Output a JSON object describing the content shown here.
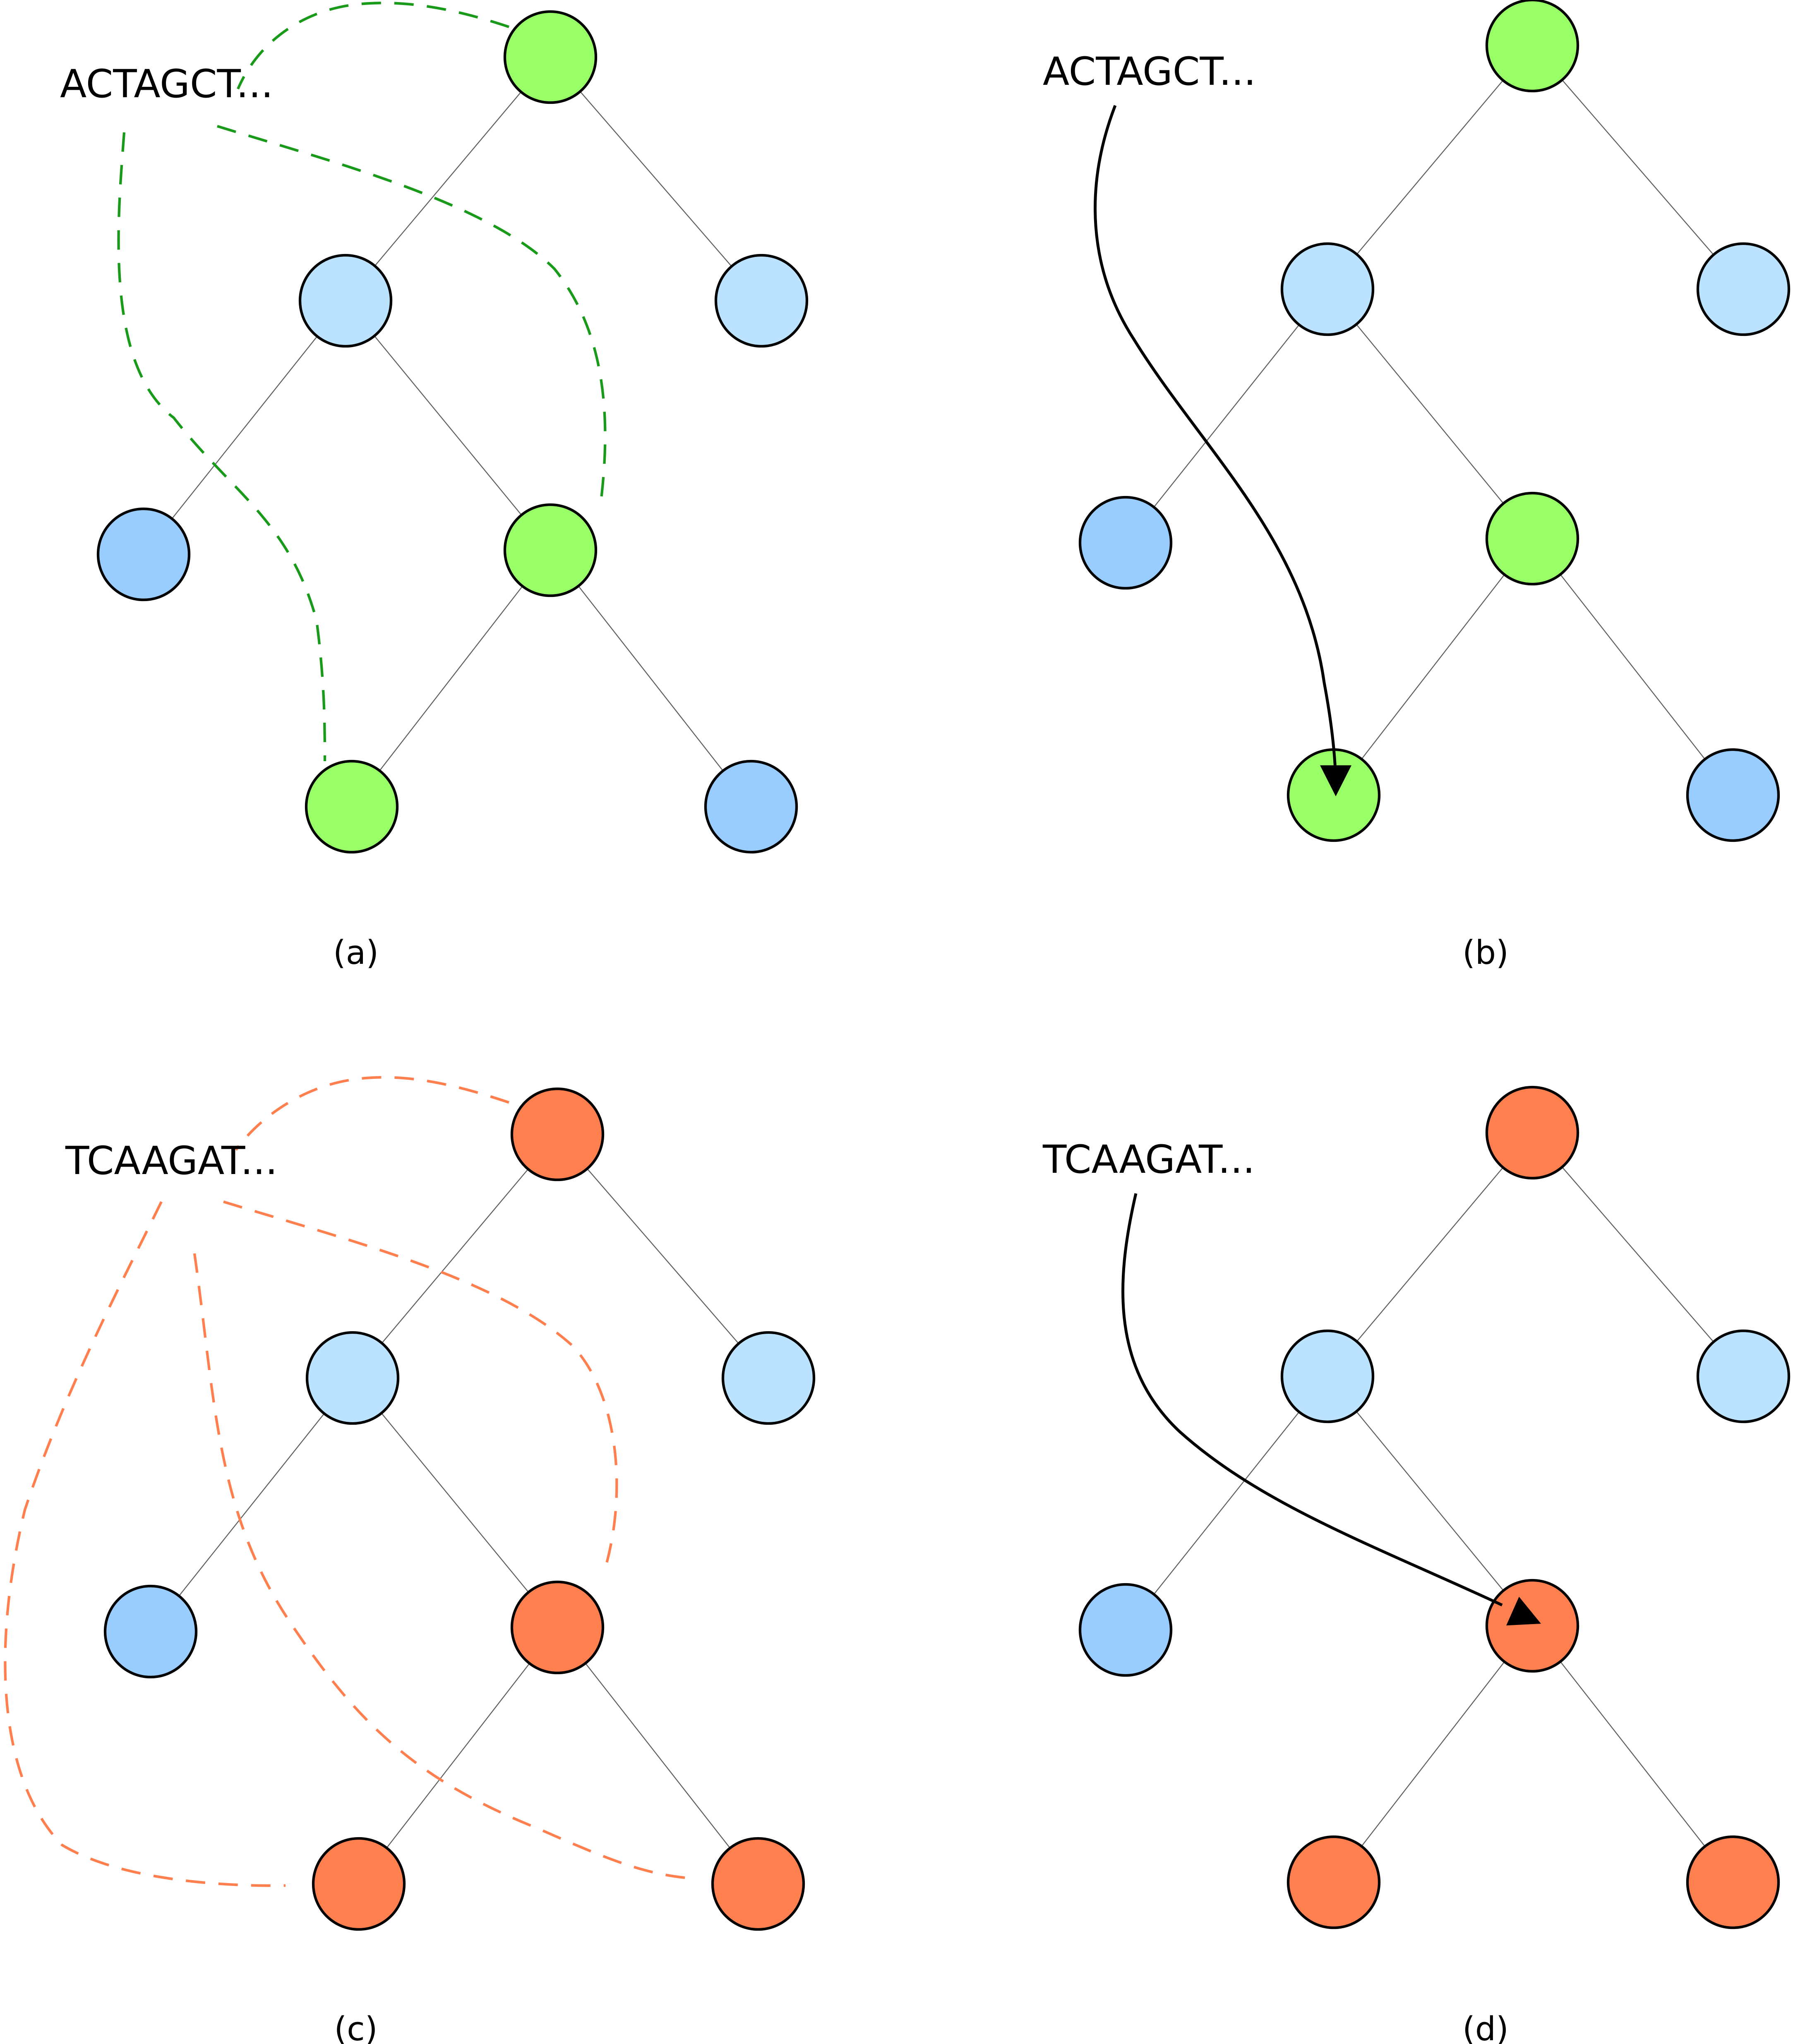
{
  "colors": {
    "match_green": "#99ff66",
    "match_orange": "#ff7f4f",
    "internal_light_blue": "#bbe3ff",
    "leaf_blue": "#99ccff",
    "dash_green": "#1a9a1a",
    "dash_orange": "#ff7f4f"
  },
  "panels": [
    {
      "id": "a",
      "caption": "(a)",
      "sequence": "ACTAGCT...",
      "mode": "dashed",
      "hit_color": "dash_green",
      "node_colors": [
        "match_green",
        "internal_light_blue",
        "internal_light_blue",
        "leaf_blue",
        "match_green",
        "match_green",
        "leaf_blue"
      ]
    },
    {
      "id": "b",
      "caption": "(b)",
      "sequence": "ACTAGCT...",
      "mode": "arrow",
      "arrow_target": "node-5",
      "node_colors": [
        "match_green",
        "internal_light_blue",
        "internal_light_blue",
        "leaf_blue",
        "match_green",
        "match_green",
        "leaf_blue"
      ]
    },
    {
      "id": "c",
      "caption": "(c)",
      "sequence": "TCAAGAT...",
      "mode": "dashed",
      "hit_color": "dash_orange",
      "node_colors": [
        "match_orange",
        "internal_light_blue",
        "internal_light_blue",
        "leaf_blue",
        "match_orange",
        "match_orange",
        "match_orange"
      ]
    },
    {
      "id": "d",
      "caption": "(d)",
      "sequence": "TCAAGAT...",
      "mode": "arrow",
      "arrow_target": "node-4",
      "node_colors": [
        "match_orange",
        "internal_light_blue",
        "internal_light_blue",
        "leaf_blue",
        "match_orange",
        "match_orange",
        "match_orange"
      ]
    }
  ]
}
